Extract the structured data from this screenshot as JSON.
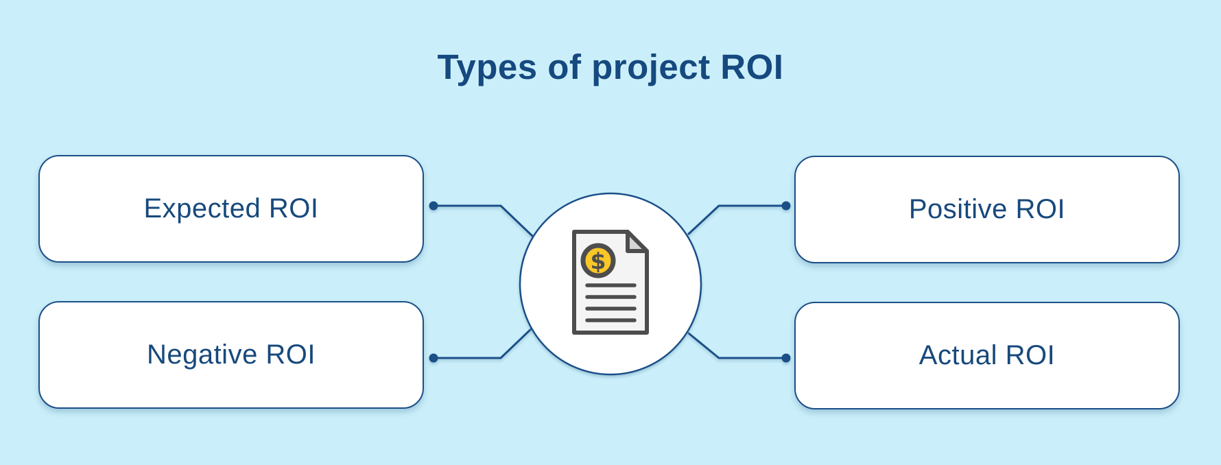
{
  "diagram": {
    "title": "Types of project ROI",
    "nodes": [
      {
        "id": "expected-roi",
        "label": "Expected ROI",
        "position": "top-left"
      },
      {
        "id": "negative-roi",
        "label": "Negative ROI",
        "position": "bottom-left"
      },
      {
        "id": "positive-roi",
        "label": "Positive ROI",
        "position": "top-right"
      },
      {
        "id": "actual-roi",
        "label": "Actual ROI",
        "position": "bottom-right"
      }
    ],
    "center": {
      "icon": "invoice-document-with-dollar-coin-icon",
      "dollar_glyph": "$"
    },
    "colors": {
      "background": "#cbeffa",
      "node_fill": "#ffffff",
      "line_stroke": "#1b4f87",
      "label_text": "#17497c",
      "title_text": "#15497f",
      "icon_outline": "#4d4d4d",
      "coin_yellow": "#f9c728",
      "document_fill": "#f4f4f4",
      "fold_gray": "#d6d6d6"
    }
  }
}
